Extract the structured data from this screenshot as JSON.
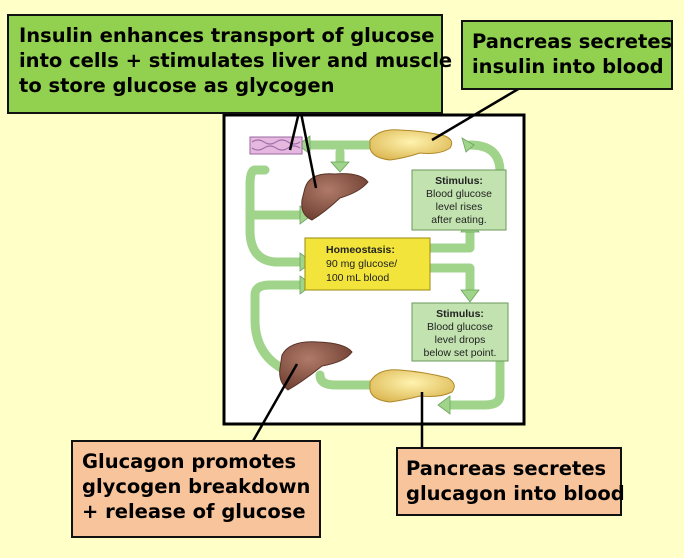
{
  "callouts": {
    "insulin_effect": [
      "Insulin enhances transport of glucose",
      "into cells + stimulates liver and muscle",
      "to store glucose as glycogen"
    ],
    "pancreas_insulin": [
      "Pancreas secretes",
      "insulin into blood"
    ],
    "glucagon_effect": [
      "Glucagon promotes",
      "glycogen breakdown",
      "+ release of glucose"
    ],
    "pancreas_glucagon": [
      "Pancreas secretes",
      "glucagon into blood"
    ]
  },
  "figure": {
    "homeostasis": {
      "title": "Homeostasis:",
      "lines": [
        "90 mg glucose/",
        "100 mL blood"
      ]
    },
    "stimulus_rise": {
      "title": "Stimulus:",
      "lines": [
        "Blood glucose",
        "level rises",
        "after eating."
      ]
    },
    "stimulus_drop": {
      "title": "Stimulus:",
      "lines": [
        "Blood glucose",
        "level drops",
        "below set point."
      ]
    }
  },
  "colors": {
    "background": "#ffffc8",
    "callout_green": "#92d050",
    "callout_orange": "#f8c49c",
    "arrow_green": "#9fd48a",
    "homeostasis_box": "#f2e43a",
    "stimulus_box": "#c2e3b0",
    "liver": "#8b5a4a",
    "pancreas": "#f2d36b",
    "muscle_tissue": "#d9a8d6"
  }
}
